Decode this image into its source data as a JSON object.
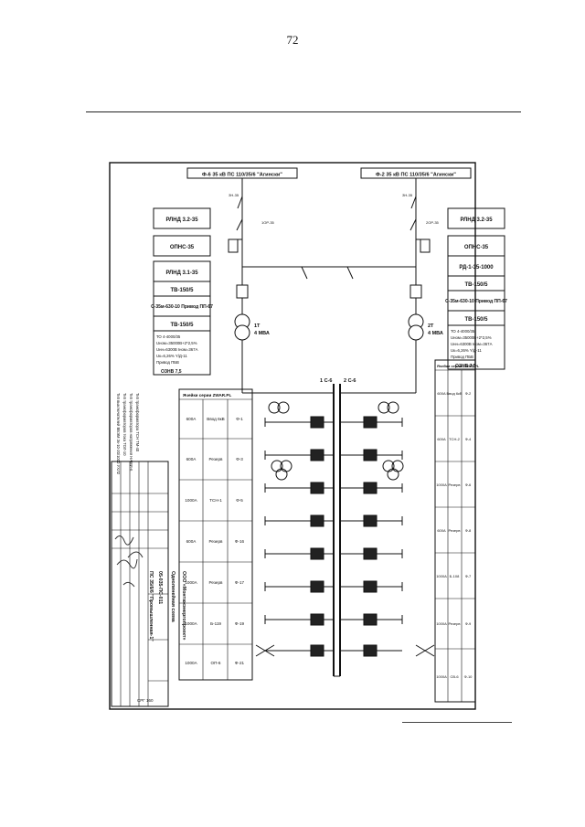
{
  "page": {
    "number": "72"
  },
  "header": {
    "feeder_left": "Ф-6 35 кВ ПС 110/35/6 \"Агински\"",
    "feeder_right": "Ф-2 35 кВ ПС 110/35/6 \"Агински\""
  },
  "labels_left": [
    "РЛНД 3.2-35",
    "ОПНС-35",
    "РЛНД 3.1-35",
    "ТВ-150/5",
    "С-35м-630-10 Привод ПП-67",
    "ТВ-150/5"
  ],
  "labels_right": [
    "РЛНД 3.2-35",
    "ОПНС-35",
    "РД-1-35-1000",
    "ТВ-150/5",
    "С-35м-630-10 Привод ПП-67",
    "ТВ-150/5"
  ],
  "transformer_left": {
    "name": "1Т",
    "rating": "4 МВА",
    "spec": [
      "ТО 4-4000/35",
      "Uном=35000В+2*2,5%",
      "Uнн=6300В Iном=367А",
      "Uк=6,26% Y/Д-11",
      "Привод ПБВ"
    ],
    "zone": "ОЗНВ 7,5"
  },
  "transformer_right": {
    "name": "2Т",
    "rating": "4 МВА",
    "spec": [
      "ТО 4-4000/35",
      "Uном=35000В+2*2,5%",
      "Uнн=6300В Iном=367А",
      "Uк=6,26% Y/Д-11",
      "Привод ПБВ"
    ],
    "zone": "ОЗНВ 7,5"
  },
  "busbars": [
    "1 С-6",
    "2 С-6"
  ],
  "table_left": {
    "title": "Ячейки серии ZWAR.PL",
    "rows": [
      [
        "Ф-1",
        "Ф-3",
        "Ф-5",
        "Ф-16",
        "Ф-17",
        "Ф-19",
        "Ф-21"
      ],
      [
        "Ввод 6кВ",
        "Резерв",
        "ТСН-1",
        "Резерв",
        "Резерв",
        "Б-119",
        "ОП-6"
      ],
      [
        "600А",
        "600А",
        "1000А",
        "600А",
        "1000А",
        "1000А",
        "1000А"
      ]
    ]
  },
  "table_right": {
    "title": "Ячейки серии ZWAR.PL",
    "rows": [
      [
        "Ф-2",
        "Ф-4",
        "Ф-6",
        "Ф-8",
        "Ф-7",
        "Ф-9",
        "Ф-10"
      ],
      [
        "Ввод 6кВ",
        "ТСН-2",
        "Резерв",
        "Резерв",
        "Б-108",
        "Резерв",
        "СВ-6"
      ],
      [
        "600А",
        "600А",
        "1000А",
        "600А",
        "1000А",
        "1000А",
        "1000А"
      ]
    ]
  },
  "notes": [
    "Тип выключателей ВБЭМ 3к-10-20/1000 УХЛ2",
    "Тип трансформаторов тока ТОЛ-10",
    "Тип трансформаторов напряжения НАМИ-6",
    "Тип трансформатора ТСН ТМ-40"
  ],
  "title_block": {
    "doc_code": "05-035-ПС-011",
    "object": "ПС 35/6/6 \"Промышленная-1\"",
    "sheet": "Однолинейная схема",
    "company": "ООО «Монтажэнергопроект»",
    "format": "СРГ 160"
  }
}
